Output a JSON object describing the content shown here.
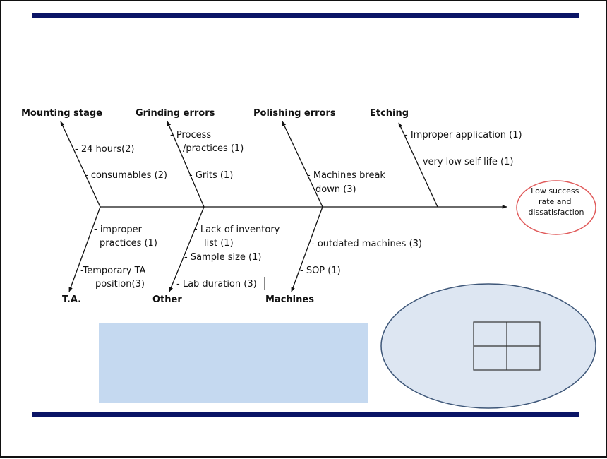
{
  "diagram": {
    "type": "fishbone",
    "effect": {
      "lines": [
        "Low success",
        "rate and",
        "dissatisfaction"
      ],
      "border_color": "#e05a5a"
    },
    "categories": {
      "mounting_stage": {
        "label": "Mounting stage",
        "causes": [
          {
            "lines": [
              "- 24 hours(2)"
            ]
          },
          {
            "lines": [
              "- consumables (2)"
            ]
          }
        ]
      },
      "grinding_errors": {
        "label": "Grinding errors",
        "causes": [
          {
            "lines": [
              "- Process",
              "/practices (1)"
            ]
          },
          {
            "lines": [
              "- Grits (1)"
            ]
          }
        ]
      },
      "polishing_errors": {
        "label": "Polishing errors",
        "causes": [
          {
            "lines": [
              "- Machines break",
              "down (3)"
            ]
          }
        ]
      },
      "etching": {
        "label": "Etching",
        "causes": [
          {
            "lines": [
              "- Improper application (1)"
            ]
          },
          {
            "lines": [
              "- very low self life (1)"
            ]
          }
        ]
      },
      "ta": {
        "label": "T.A.",
        "causes": [
          {
            "lines": [
              "- improper",
              "practices (1)"
            ]
          },
          {
            "lines": [
              "-Temporary TA",
              "position(3)"
            ]
          }
        ]
      },
      "other": {
        "label": "Other",
        "causes": [
          {
            "lines": [
              "- Lack of inventory",
              "list (1)"
            ]
          },
          {
            "lines": [
              "- Sample size (1)"
            ]
          },
          {
            "lines": [
              "- Lab duration (3)"
            ]
          }
        ]
      },
      "machines": {
        "label": "Machines",
        "causes": [
          {
            "lines": [
              "- outdated machines (3)"
            ]
          },
          {
            "lines": [
              "- SOP (1)"
            ]
          }
        ]
      }
    }
  },
  "colors": {
    "rule_bar": "#0a1466",
    "placeholder_box": "#c5d9f0",
    "ellipse_fill": "#dde6f2",
    "ellipse_stroke": "#3d5678",
    "line": "#111111"
  }
}
